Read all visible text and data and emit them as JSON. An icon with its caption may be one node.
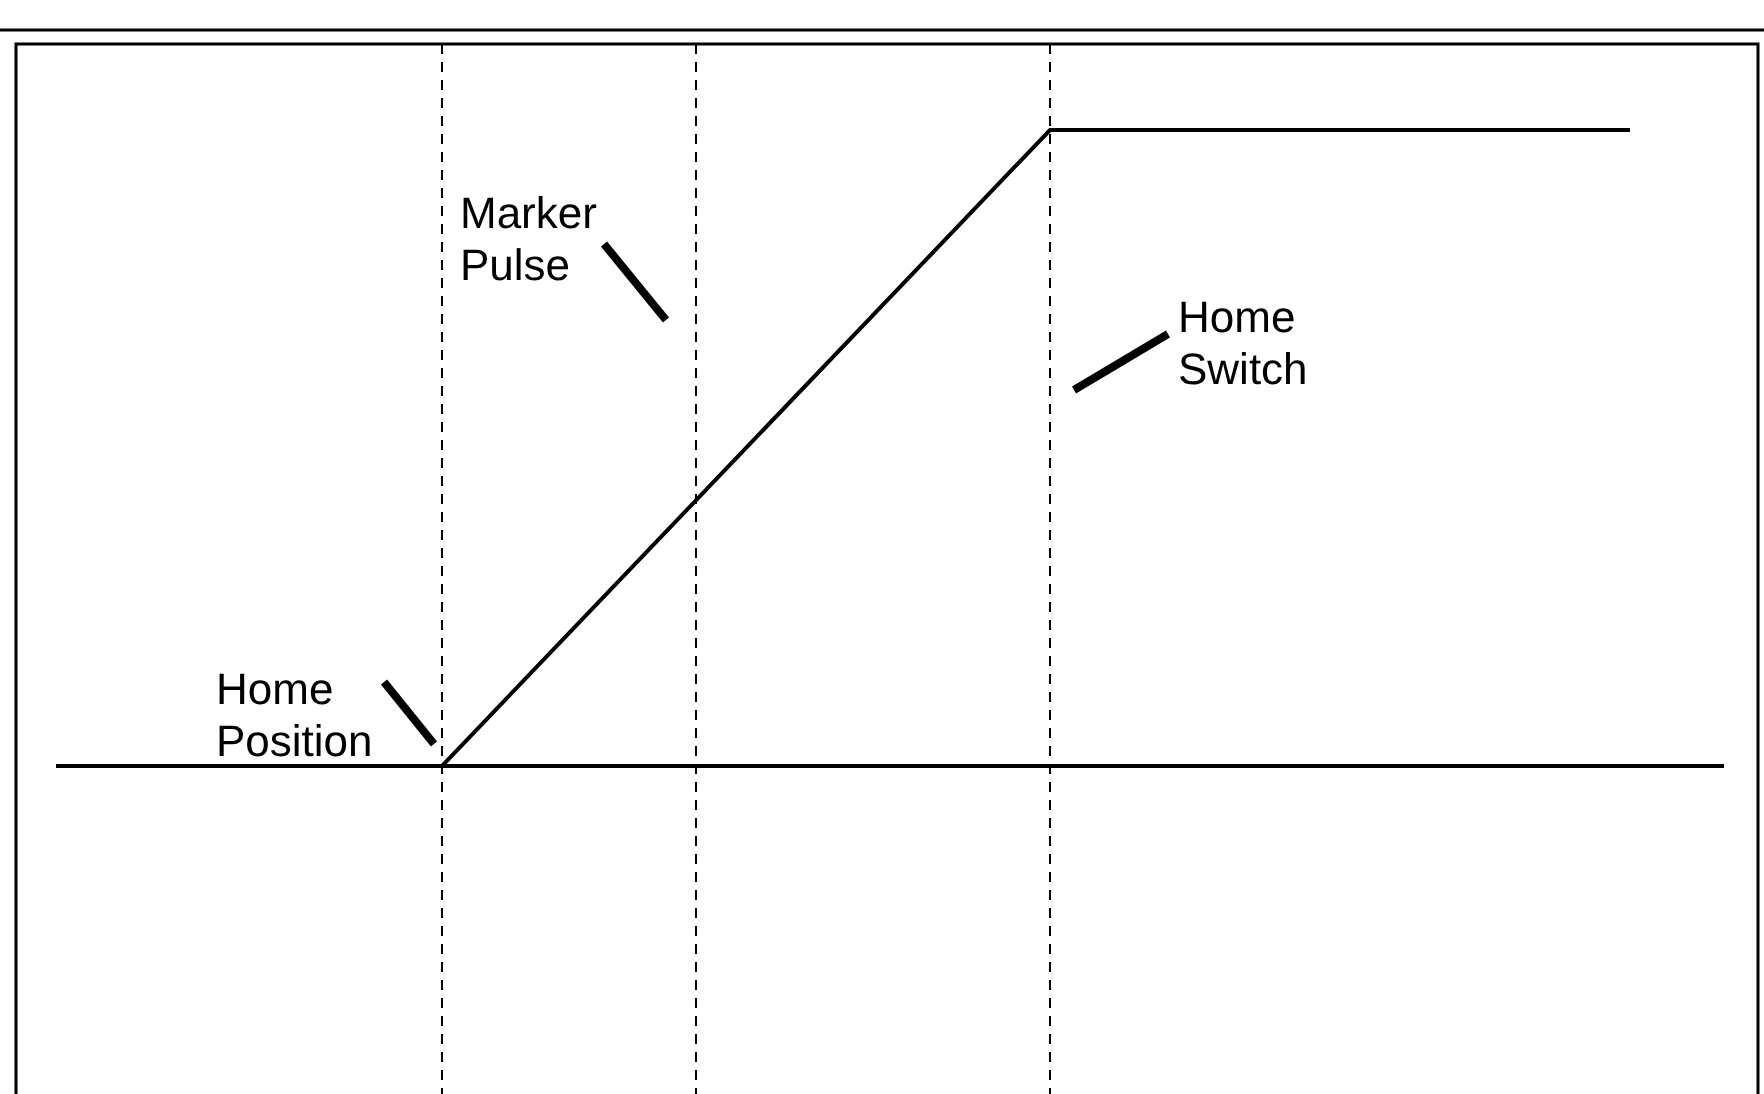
{
  "diagram": {
    "nodes": [
      {
        "text": [
          "Marker Pulse"
        ]
      },
      {
        "text": [
          "Home Switch"
        ]
      },
      {
        "text": [
          "Home Position"
        ]
      }
    ],
    "edges": [
      {
        "from": 0,
        "to": null,
        "arrow": "none"
      },
      {
        "from": 1,
        "to": null,
        "arrow": "none"
      },
      {
        "from": 2,
        "to": null,
        "arrow": "none"
      }
    ]
  }
}
